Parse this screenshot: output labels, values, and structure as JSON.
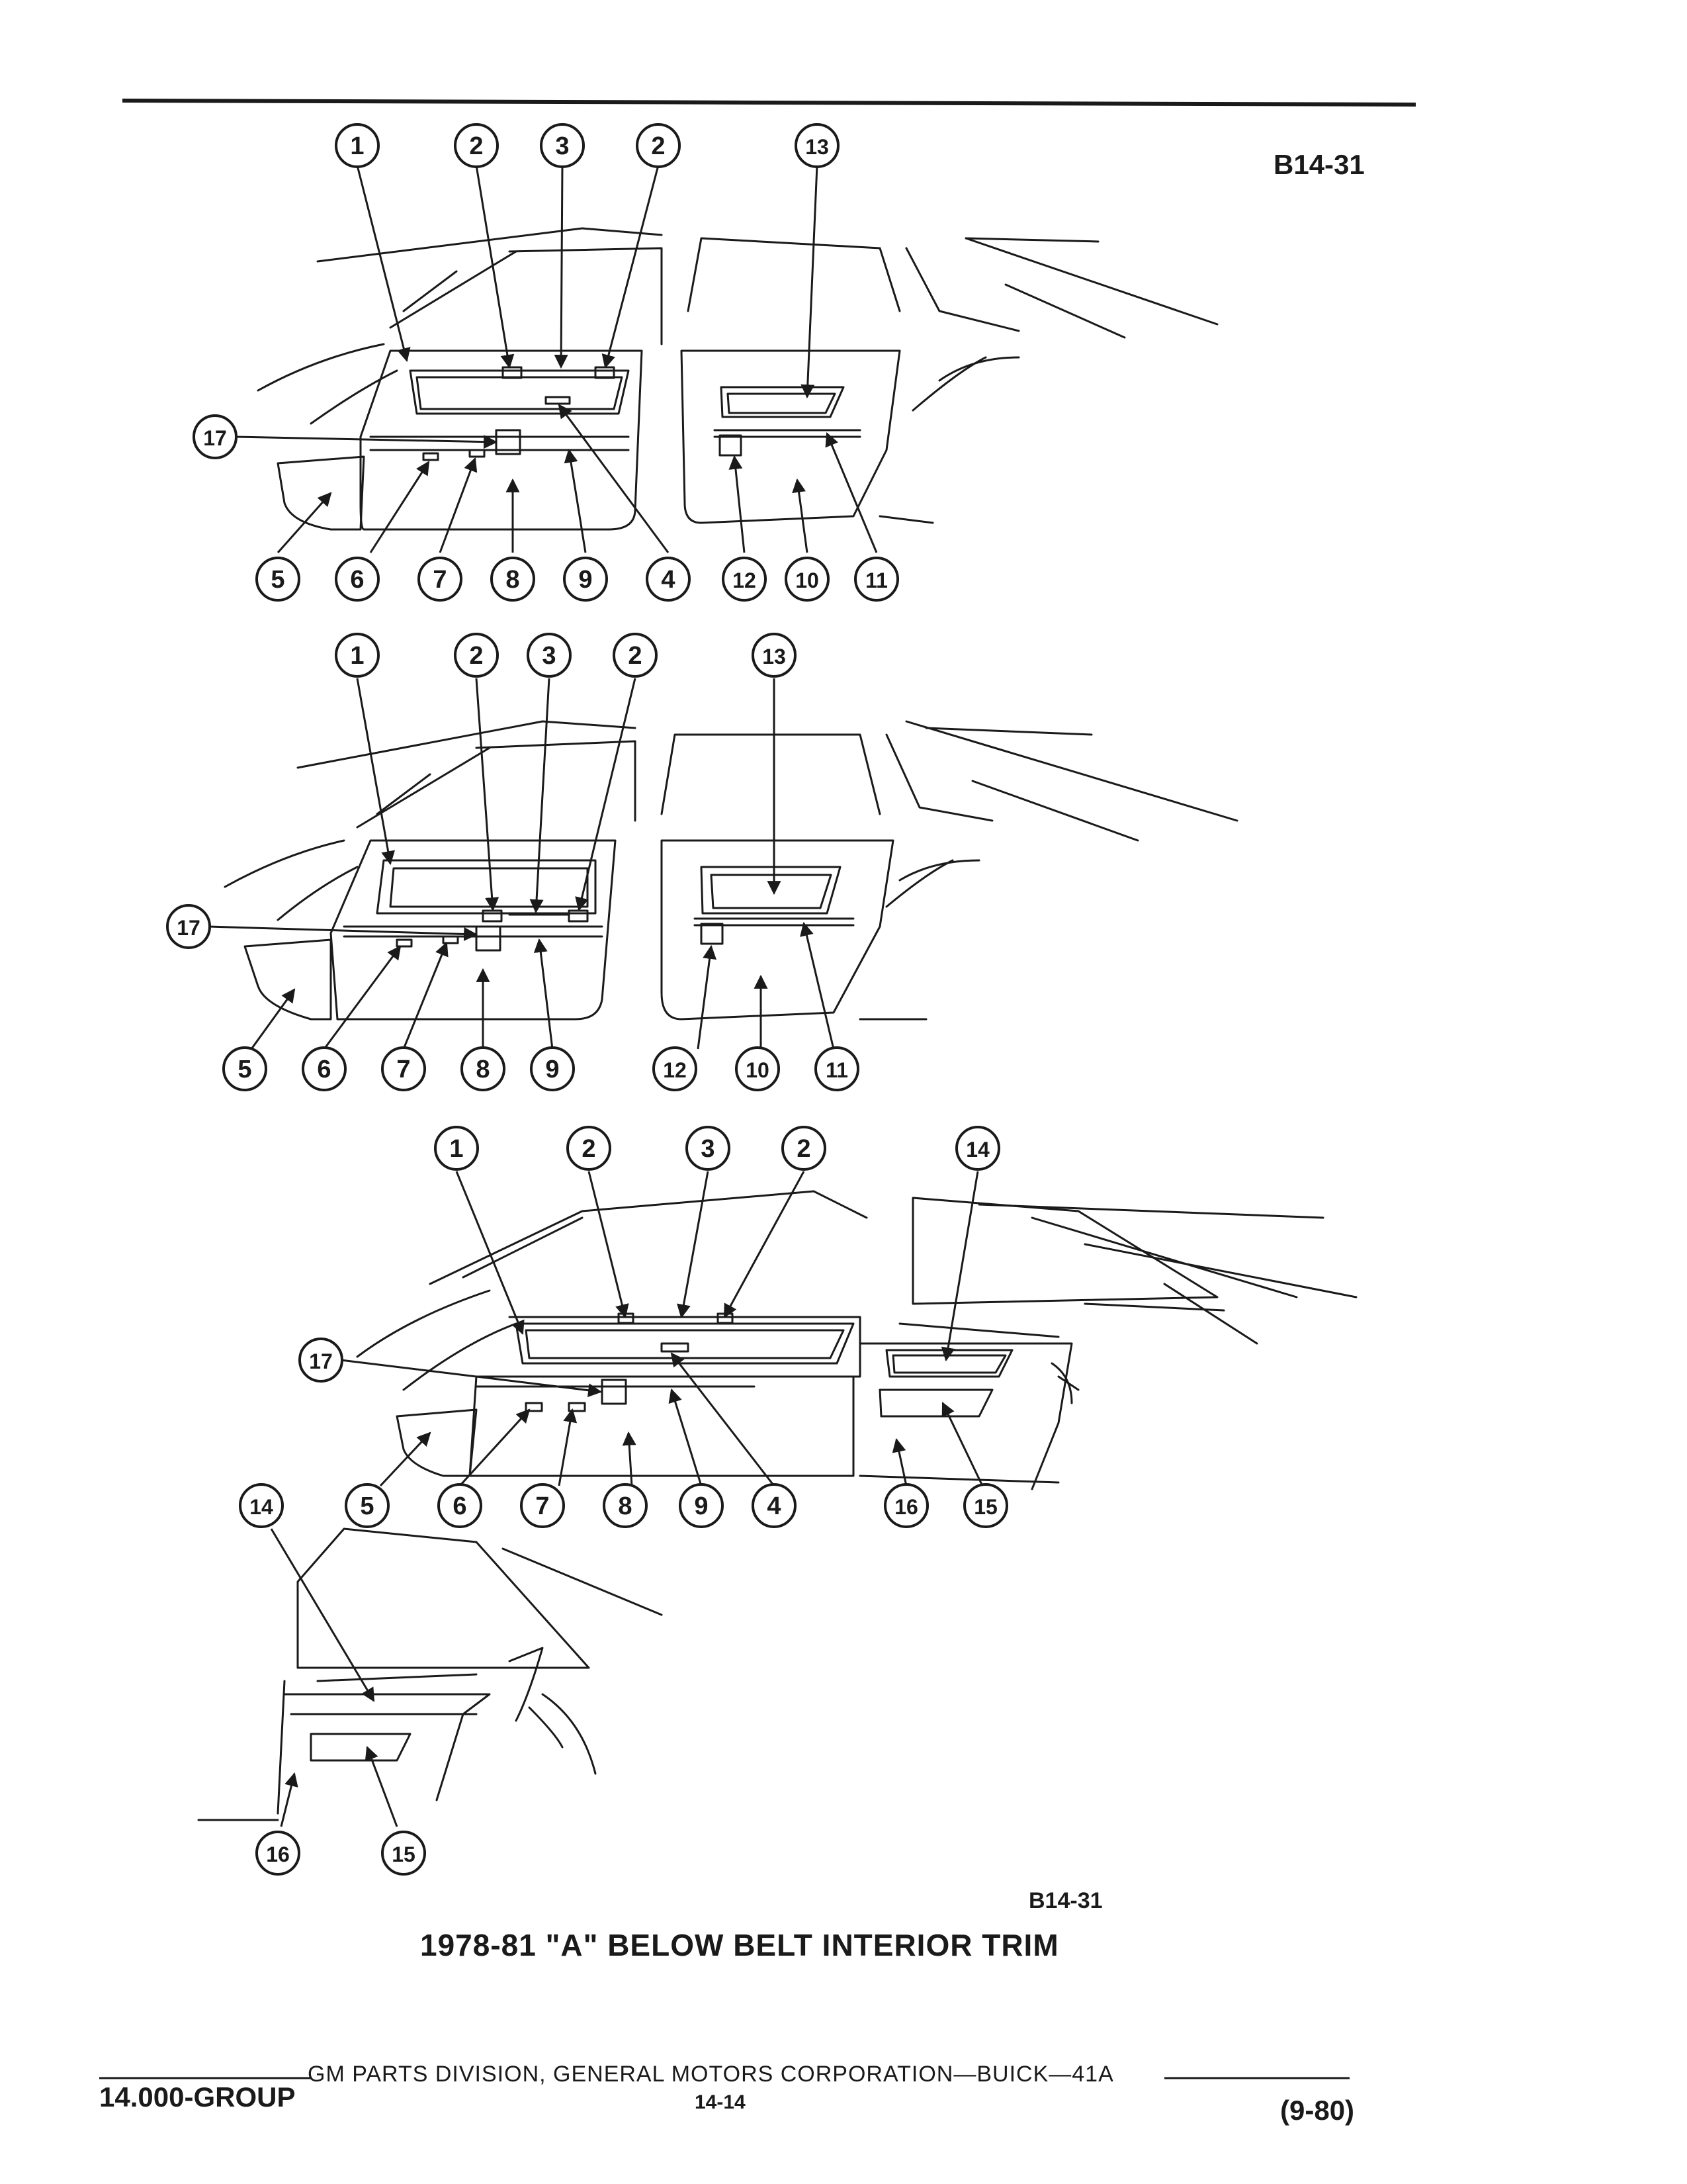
{
  "header": {
    "figure_code": "B14-31"
  },
  "callouts": {
    "top_view": [
      "1",
      "2",
      "3",
      "2",
      "13",
      "17",
      "5",
      "6",
      "7",
      "8",
      "9",
      "4",
      "12",
      "10",
      "11"
    ],
    "middle_view": [
      "1",
      "2",
      "3",
      "2",
      "13",
      "17",
      "5",
      "6",
      "7",
      "8",
      "9",
      "12",
      "10",
      "11"
    ],
    "bottom_view": [
      "1",
      "2",
      "3",
      "2",
      "14",
      "17",
      "5",
      "6",
      "7",
      "8",
      "9",
      "4",
      "16",
      "15"
    ],
    "rear_detail": [
      "14",
      "16",
      "15"
    ]
  },
  "figure": {
    "code": "B14-31",
    "caption": "1978-81 \"A\" BELOW BELT INTERIOR TRIM"
  },
  "footer": {
    "publisher": "GM PARTS DIVISION, GENERAL MOTORS CORPORATION—BUICK—41A",
    "group": "14.000-GROUP",
    "page": "14-14",
    "revision": "(9-80)"
  }
}
